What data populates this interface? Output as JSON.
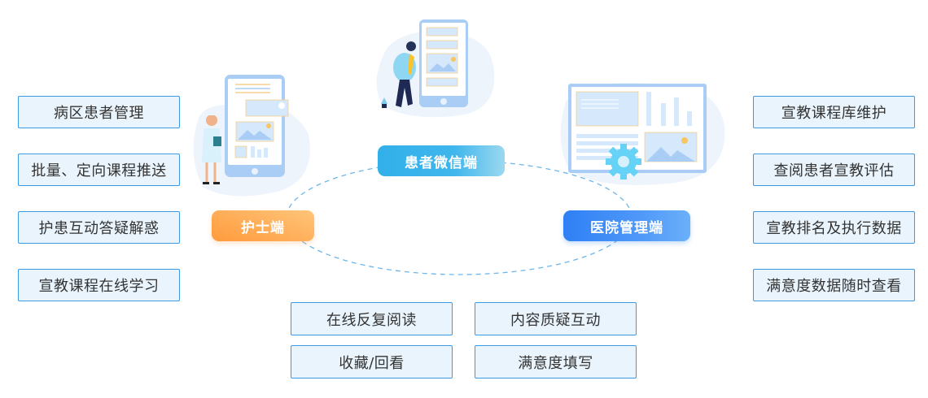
{
  "nodes": {
    "nurse": {
      "label": "护士端"
    },
    "patient": {
      "label": "患者微信端"
    },
    "hospital": {
      "label": "医院管理端"
    }
  },
  "nurse_features": [
    "病区患者管理",
    "批量、定向课程推送",
    "护患互动答疑解惑",
    "宣教课程在线学习"
  ],
  "hospital_features": [
    "宣教课程库维护",
    "查阅患者宣教评估",
    "宣教排名及执行数据",
    "满意度数据随时查看"
  ],
  "patient_features": [
    "在线反复阅读",
    "内容质疑互动",
    "收藏/回看",
    "满意度填写"
  ],
  "colors": {
    "feature_border": "#3a9ae6",
    "feature_fill": "#e9f4fd",
    "nurse_accent": "#ff9a3c",
    "patient_accent": "#32b0ea",
    "hospital_accent": "#2f80f5",
    "ring": "#5aaee8"
  }
}
